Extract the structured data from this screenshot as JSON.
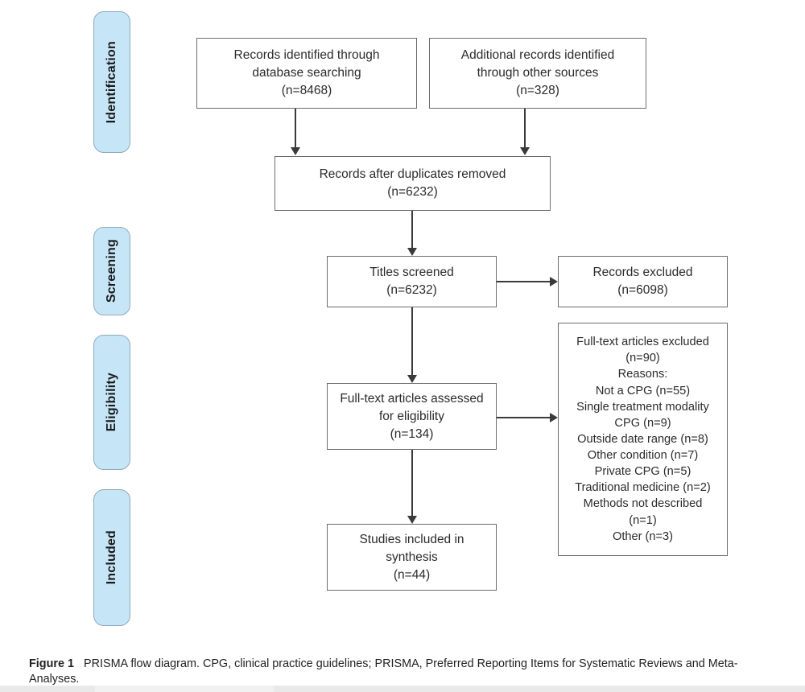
{
  "figure": {
    "caption_label": "Figure 1",
    "caption_text": "PRISMA flow diagram. CPG, clinical practice guidelines; PRISMA, Preferred Reporting Items for Systematic Reviews and Meta-Analyses."
  },
  "colors": {
    "stage_fill": "#c6e6f8",
    "stage_border": "#8fa9bd",
    "box_border": "#6c6c6c",
    "connector": "#3a3a3a",
    "background": "#ffffff",
    "text": "#2b2b2b"
  },
  "stages": [
    {
      "id": "identification",
      "label": "Identification"
    },
    {
      "id": "screening",
      "label": "Screening"
    },
    {
      "id": "eligibility",
      "label": "Eligibility"
    },
    {
      "id": "included",
      "label": "Included"
    }
  ],
  "boxes": {
    "records_database": {
      "line1": "Records identified through",
      "line2": "database searching",
      "count": "(n=8468)",
      "text": "Records identified through\ndatabase searching\n(n=8468)"
    },
    "records_other": {
      "line1": "Additional records identified",
      "line2": "through other sources",
      "count": "(n=328)",
      "text": "Additional records identified\nthrough other sources\n(n=328)"
    },
    "duplicates_removed": {
      "line1": "Records after duplicates removed",
      "count": "(n=6232)",
      "text": "Records after duplicates removed\n(n=6232)"
    },
    "titles_screened": {
      "line1": "Titles screened",
      "count": "(n=6232)",
      "text": "Titles screened\n(n=6232)"
    },
    "records_excluded": {
      "line1": "Records excluded",
      "count": "(n=6098)",
      "text": "Records excluded\n(n=6098)"
    },
    "fulltext_assessed": {
      "line1": "Full-text articles assessed",
      "line2": "for eligibility",
      "count": "(n=134)",
      "text": "Full-text articles assessed\nfor eligibility\n(n=134)"
    },
    "fulltext_excluded": {
      "heading": "Full-text articles excluded",
      "count": "(n=90)",
      "reasons_label": "Reasons:",
      "reasons": [
        "Not a CPG (n=55)",
        "Single treatment modality",
        "CPG (n=9)",
        "Outside date range (n=8)",
        "Other condition (n=7)",
        "Private CPG (n=5)",
        "Traditional medicine (n=2)",
        "Methods not described",
        "(n=1)",
        "Other (n=3)"
      ],
      "text": "Full-text articles excluded\n(n=90)\nReasons:\nNot a CPG (n=55)\nSingle treatment modality\nCPG (n=9)\nOutside date range (n=8)\nOther condition (n=7)\nPrivate CPG (n=5)\nTraditional medicine (n=2)\nMethods not described\n(n=1)\nOther (n=3)"
    },
    "studies_included": {
      "line1": "Studies included in",
      "line2": "synthesis",
      "count": "(n=44)",
      "text": "Studies included in\nsynthesis\n(n=44)"
    }
  },
  "chart_data": {
    "type": "diagram",
    "title": "PRISMA flow diagram",
    "nodes": [
      {
        "id": "records_database",
        "stage": "Identification",
        "label": "Records identified through database searching",
        "n": 8468
      },
      {
        "id": "records_other",
        "stage": "Identification",
        "label": "Additional records identified through other sources",
        "n": 328
      },
      {
        "id": "duplicates_removed",
        "stage": "Identification",
        "label": "Records after duplicates removed",
        "n": 6232
      },
      {
        "id": "titles_screened",
        "stage": "Screening",
        "label": "Titles screened",
        "n": 6232
      },
      {
        "id": "records_excluded",
        "stage": "Screening",
        "label": "Records excluded",
        "n": 6098
      },
      {
        "id": "fulltext_assessed",
        "stage": "Eligibility",
        "label": "Full-text articles assessed for eligibility",
        "n": 134
      },
      {
        "id": "fulltext_excluded",
        "stage": "Eligibility",
        "label": "Full-text articles excluded",
        "n": 90
      },
      {
        "id": "studies_included",
        "stage": "Included",
        "label": "Studies included in synthesis",
        "n": 44
      }
    ],
    "edges": [
      {
        "from": "records_database",
        "to": "duplicates_removed"
      },
      {
        "from": "records_other",
        "to": "duplicates_removed"
      },
      {
        "from": "duplicates_removed",
        "to": "titles_screened"
      },
      {
        "from": "titles_screened",
        "to": "records_excluded"
      },
      {
        "from": "titles_screened",
        "to": "fulltext_assessed"
      },
      {
        "from": "fulltext_assessed",
        "to": "fulltext_excluded"
      },
      {
        "from": "fulltext_assessed",
        "to": "studies_included"
      }
    ],
    "exclusion_reasons": [
      {
        "reason": "Not a CPG",
        "n": 55
      },
      {
        "reason": "Single treatment modality CPG",
        "n": 9
      },
      {
        "reason": "Outside date range",
        "n": 8
      },
      {
        "reason": "Other condition",
        "n": 7
      },
      {
        "reason": "Private CPG",
        "n": 5
      },
      {
        "reason": "Traditional medicine",
        "n": 2
      },
      {
        "reason": "Methods not described",
        "n": 1
      },
      {
        "reason": "Other",
        "n": 3
      }
    ]
  }
}
